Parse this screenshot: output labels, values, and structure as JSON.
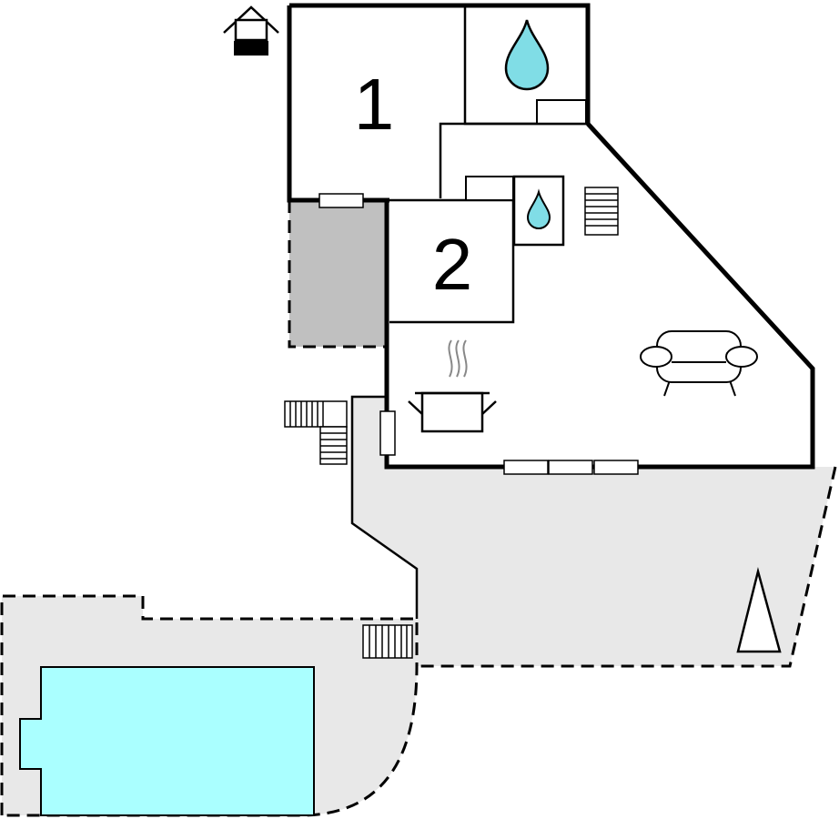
{
  "rooms": [
    {
      "label": "1"
    },
    {
      "label": "2"
    }
  ],
  "icons": {
    "house": "house-entrance-icon",
    "water_drop": "water-drop-icon",
    "cooking_pot": "cooking-pot-icon",
    "sofa": "sofa-icon",
    "tree": "tree-icon",
    "stairs": "stairs-icon",
    "pool": "swimming-pool"
  },
  "colors": {
    "wall": "#000000",
    "terrace": "#e8e8e8",
    "covered_area": "#c0c0c0",
    "pool": "#aaffff",
    "water": "#80dde6"
  }
}
